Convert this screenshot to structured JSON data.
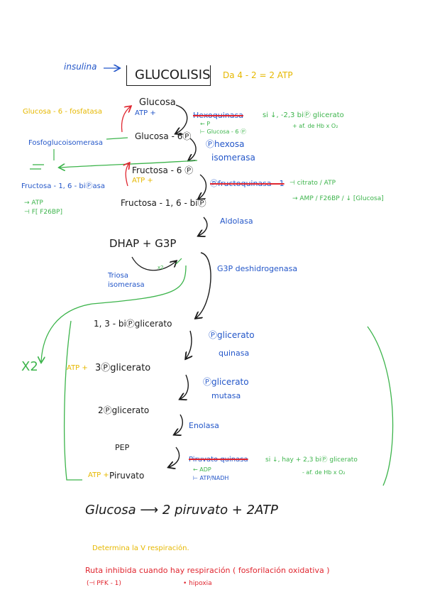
{
  "header": {
    "insulina": "insulina",
    "title": "GLUCOLISIS",
    "yield": "Da 4 - 2 = 2 ATP"
  },
  "left": {
    "g6p_phosphatase": "Glucosa - 6 - fosfatasa",
    "phosphoglucoisomerase": "Fosfoglucoisomerasa",
    "f16bpase": "Fructosa - 1, 6 - biⓅasa",
    "reg_atp": "→ ATP",
    "reg_f26bp": "⊣ F[ F26BP]",
    "x2": "X2",
    "triose_isomerase": "Triosa isomerasa"
  },
  "metabolites": {
    "glucosa": "Glucosa",
    "g6p": "Glucosa - 6Ⓟ",
    "f6p": "Fructosa - 6 Ⓟ",
    "f16bp": "Fructosa - 1, 6 - biⓅ",
    "dhap": "DHAP  +  G3P",
    "bpg13": "1, 3 - biⓅglicerato",
    "pg3": "3Ⓟglicerato",
    "pg2": "2Ⓟglicerato",
    "pep": "PEP",
    "piruvato": "Piruvato"
  },
  "cofactors": {
    "atp1": "ATP +",
    "atp2": "ATP +",
    "atp3": "ATP +",
    "atp4": "ATP +"
  },
  "enzymes": {
    "hexoquinasa": "Hexoquinasa",
    "hexoquinasa_reg1": "← P",
    "hexoquinasa_reg2": "⊢ Glucosa - 6 Ⓟ",
    "hexosa_isomerasa_1": "Ⓟhexosa",
    "hexosa_isomerasa_2": "isomerasa",
    "pfk": "Ⓟfructoquinasa - 1",
    "aldolasa": "Aldolasa",
    "g3p_dh": "G3P deshidrogenasa",
    "pg_kinase_1": "Ⓟglicerato",
    "pg_kinase_2": "quinasa",
    "pg_mutase_1": "Ⓟglicerato",
    "pg_mutase_2": "mutasa",
    "enolasa": "Enolasa",
    "pk": "Piruvato quinasa",
    "pk_reg1": "← ADP",
    "pk_reg2": "⊢ ATP/NADH"
  },
  "notes": {
    "hk_note1": "si ↓,  -2,3 biⓅ glicerato",
    "hk_note2": "+ af. de Hb x O₂",
    "pfk_note1": "⊣ citrato / ATP",
    "pfk_note2": "→ AMP / F26BP / ↓ [Glucosa]",
    "pk_note1": "si ↓, hay  + 2,3 biⓅ glicerato",
    "pk_note2": "- af. de Hb x O₂",
    "x2_small": "x2"
  },
  "summary": {
    "equation": "Glucosa ⟶ 2 piruvato + 2ATP",
    "v_resp": "Determina la V respiración.",
    "inhibited": "Ruta inhibida cuando hay respiración ( fosforilación oxidativa )",
    "pfk_inhib": "(⊣ PFK - 1)",
    "hipoxia": "• hipoxia"
  },
  "colors": {
    "black": "#1a1a1a",
    "blue": "#2457c9",
    "green": "#3cb44b",
    "yellow": "#e6b800",
    "red": "#e0262f"
  }
}
